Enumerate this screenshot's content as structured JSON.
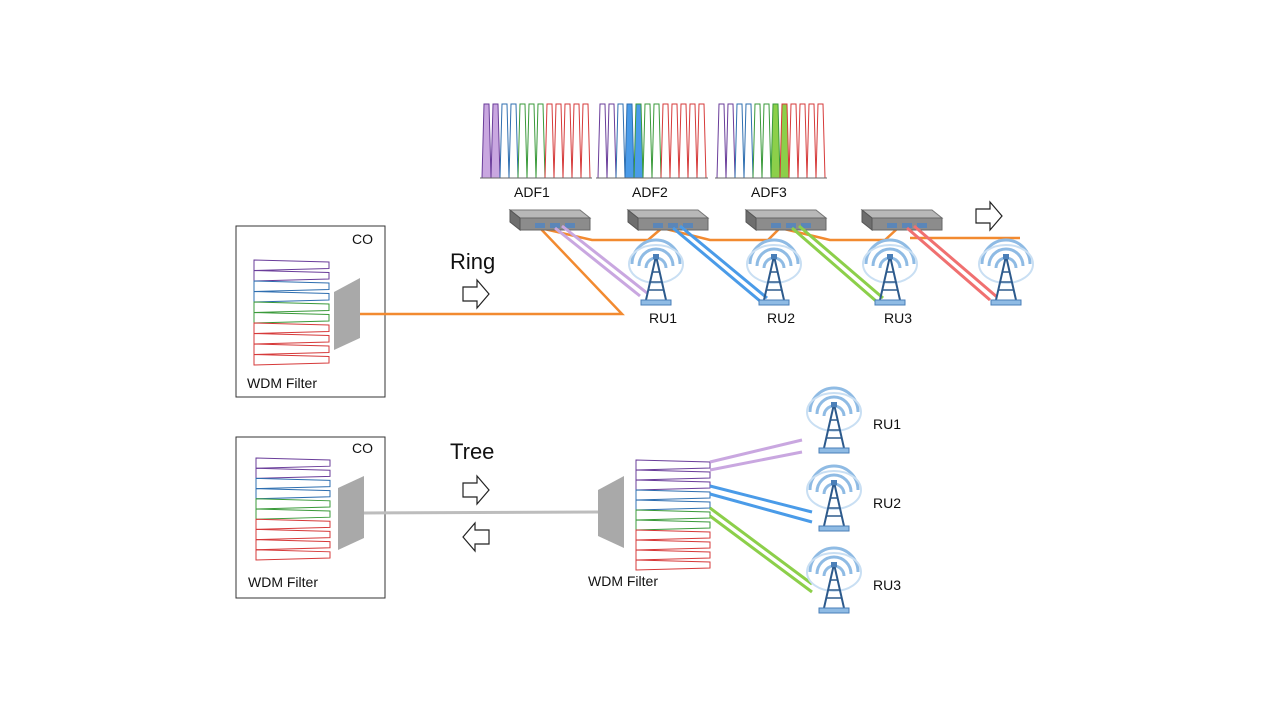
{
  "ring": {
    "title": "Ring",
    "co_label": "CO",
    "filter_label": "WDM Filter",
    "adf_labels": [
      "ADF1",
      "ADF2",
      "ADF3"
    ],
    "ru_labels": [
      "RU1",
      "RU2",
      "RU3"
    ]
  },
  "tree": {
    "title": "Tree",
    "co_label": "CO",
    "co_filter_label": "WDM Filter",
    "remote_filter_label": "WDM Filter",
    "ru_labels": [
      "RU1",
      "RU2",
      "RU3"
    ]
  },
  "colors": {
    "ring_fiber": "#f28a30",
    "tree_fiber": "#bdbdbd",
    "purple": "#c9a7e0",
    "blue": "#4a9be8",
    "green": "#8ccf4a",
    "red": "#f07070",
    "filter_purple": "#6a3d9a",
    "filter_blue": "#2f6fb0",
    "filter_green": "#3a9a3a",
    "filter_red": "#d63a3a"
  }
}
